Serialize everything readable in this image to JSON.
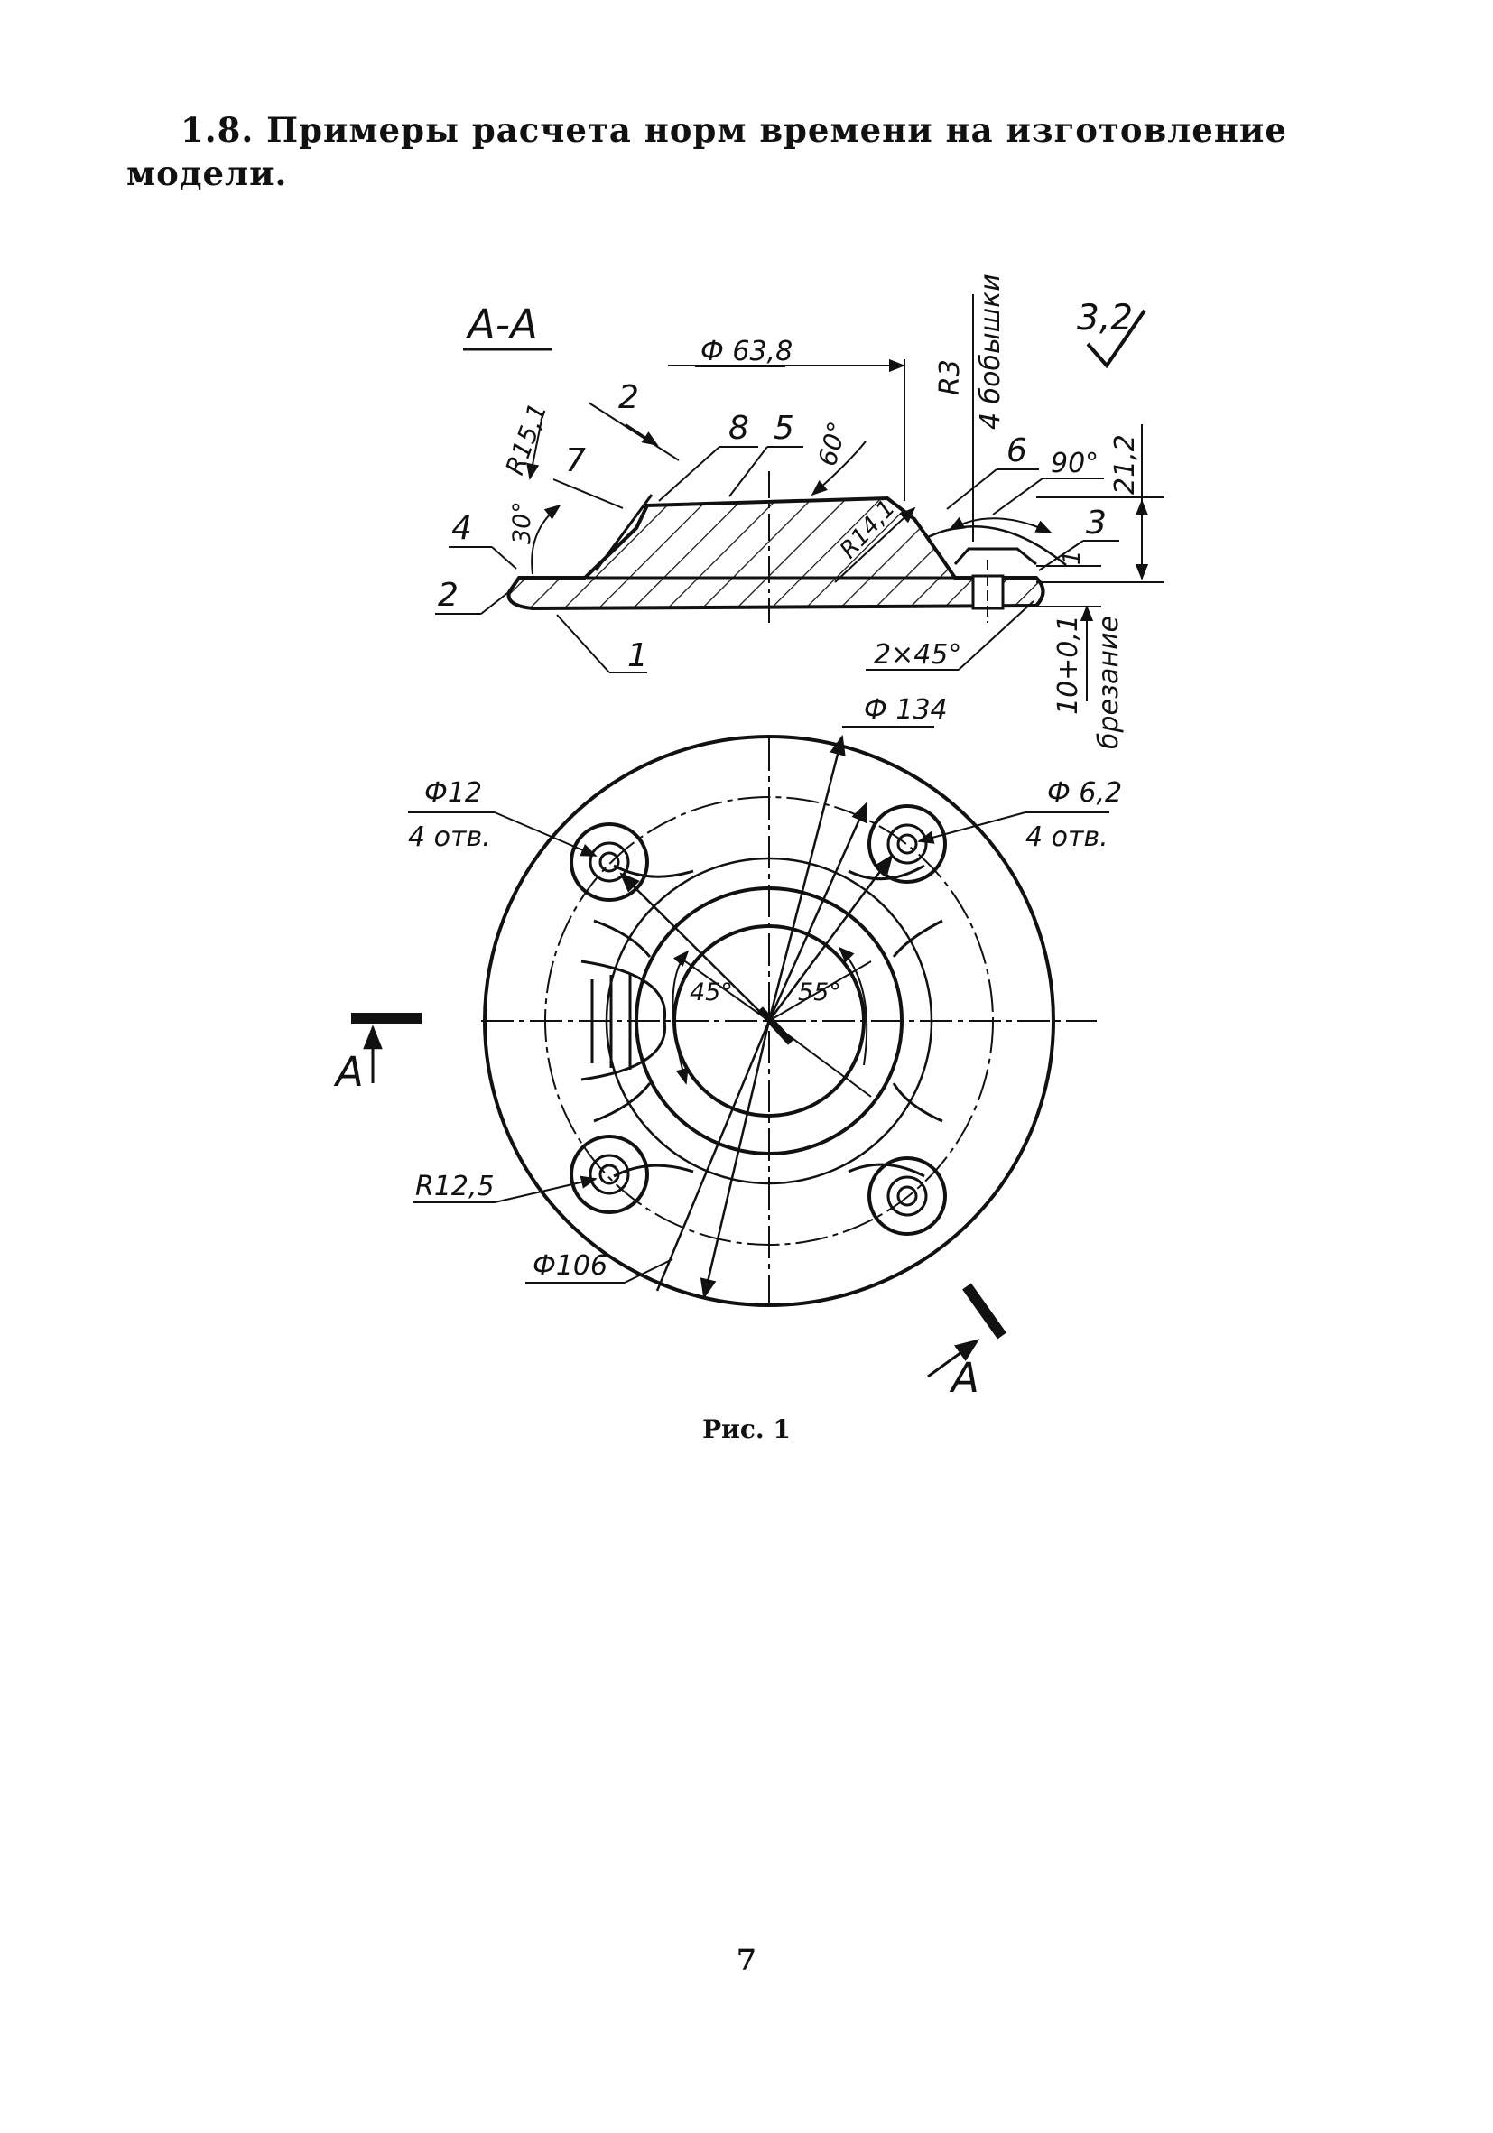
{
  "heading": {
    "line1": "1.8. Примеры расчета норм времени на изготовление",
    "line2": "модели."
  },
  "drawing": {
    "section_title": "А-А",
    "roughness": "3,2",
    "dims": {
      "d63": "Ф 63,8",
      "r3": "R3",
      "bosses": "4 бобышки",
      "d134": "Ф 134",
      "h21": "21,2",
      "r15": "R15,1",
      "r14": "R14,1",
      "ang60": "60°",
      "ang90": "90°",
      "ang30": "30°",
      "chamfer": "2×45°",
      "tol": "10+0,1",
      "trim": "брезание",
      "d12": "Ф12",
      "holes_a": "4 отв.",
      "d62": "Ф 6,2",
      "holes_b": "4 отв.",
      "ang45": "45°",
      "ang55": "55°",
      "r125": "R12,5",
      "d106": "Ф106",
      "one": "1"
    },
    "callouts": {
      "c1": "1",
      "c2": "2",
      "c3": "3",
      "c4": "4",
      "c5": "5",
      "c6": "6",
      "c7": "7",
      "c8": "8",
      "c2b": "2"
    },
    "cut_marks": {
      "left": "А",
      "right": "А"
    }
  },
  "caption": "Рис. 1",
  "page_number": "7"
}
